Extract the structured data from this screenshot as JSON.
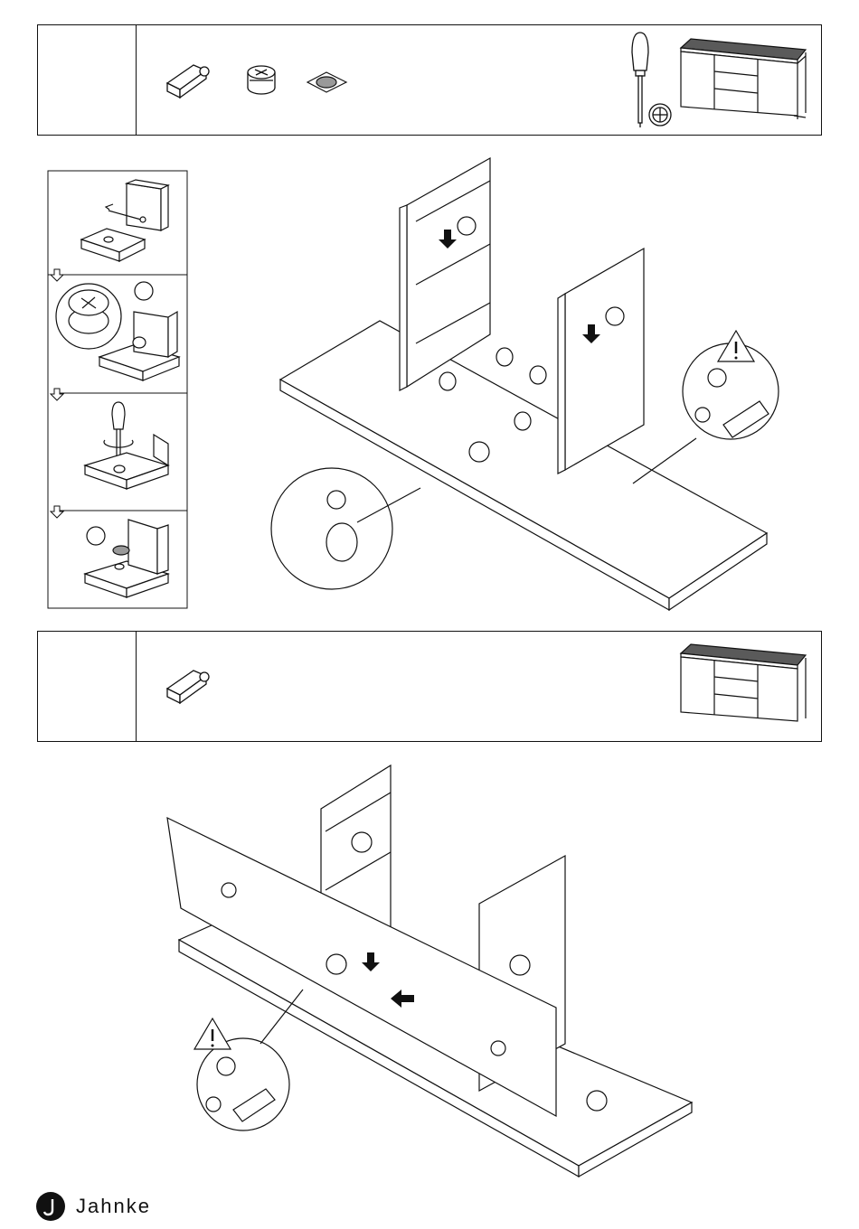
{
  "brand": {
    "name": "Jahnke",
    "logo_letter": "J"
  },
  "steps": [
    {
      "parts": [
        "cam-bolt",
        "cam-lock",
        "cover-cap"
      ],
      "tools": [
        "screwdriver",
        "phillips-drive"
      ],
      "warning": true
    },
    {
      "parts": [
        "cam-bolt"
      ],
      "tools": [],
      "warning": true
    }
  ],
  "detail_sequence": [
    "insert-dowel",
    "fit-cam-lock",
    "tighten-cam",
    "apply-cover-cap"
  ],
  "colors": {
    "line": "#111111",
    "cap_fill": "#999999",
    "top_fill": "#5a5a5a"
  }
}
